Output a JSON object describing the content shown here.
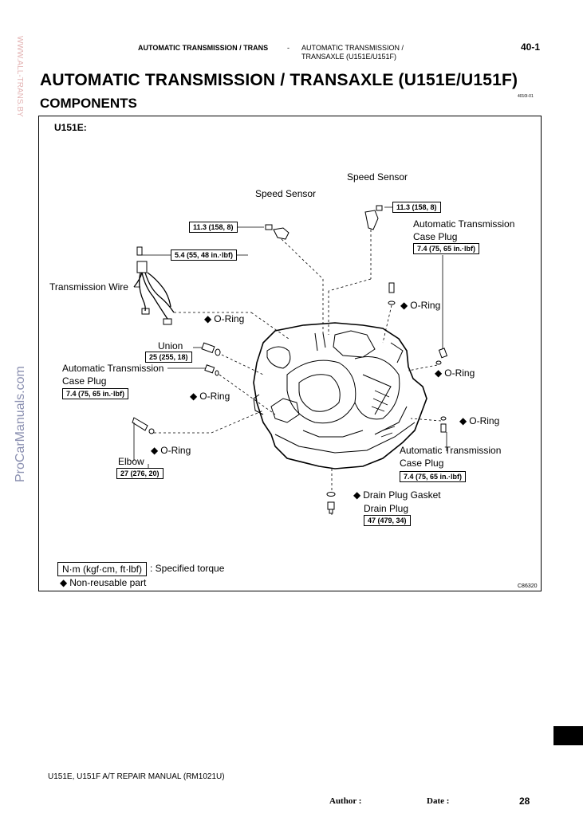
{
  "header": {
    "section": "AUTOMATIC TRANSMISSION / TRANS",
    "dash": "-",
    "sub_line1": "AUTOMATIC TRANSMISSION /",
    "sub_line2": "TRANSAXLE (U151E/U151F)",
    "page_number": "40-1"
  },
  "title": "AUTOMATIC TRANSMISSION / TRANSAXLE (U151E/U151F)",
  "subtitle": "COMPONENTS",
  "ref_code": "4010I-01",
  "model": "U151E:",
  "labels": {
    "speed_sensor_1": "Speed Sensor",
    "speed_sensor_2": "Speed Sensor",
    "at_case_plug_top_1": "Automatic Transmission",
    "at_case_plug_top_2": "Case Plug",
    "transmission_wire": "Transmission Wire",
    "o_ring_top_right": "O-Ring",
    "o_ring_mid_left": "O-Ring",
    "union": "Union",
    "at_case_plug_left_1": "Automatic Transmission",
    "at_case_plug_left_2": "Case Plug",
    "o_ring_right_mid": "O-Ring",
    "o_ring_left_low": "O-Ring",
    "o_ring_right_low": "O-Ring",
    "o_ring_elbow": "O-Ring",
    "elbow": "Elbow",
    "at_case_plug_bottom_1": "Automatic Transmission",
    "at_case_plug_bottom_2": "Case Plug",
    "drain_plug_gasket": "Drain Plug Gasket",
    "drain_plug": "Drain Plug"
  },
  "torques": {
    "speed_sensor_left": "11.3 (158, 8)",
    "speed_sensor_right": "11.3 (158, 8)",
    "wire_bolt": "5.4 (55, 48 in.·lbf)",
    "case_plug_top": "7.4 (75, 65 in.·lbf)",
    "union": "25 (255, 18)",
    "case_plug_left": "7.4 (75, 65 in.·lbf)",
    "elbow": "27 (276, 20)",
    "case_plug_bottom": "7.4 (75, 65 in.·lbf)",
    "drain_plug": "47 (479, 34)"
  },
  "legend": {
    "torque_unit": "N·m (kgf·cm, ft·lbf)",
    "torque_text": ": Specified torque",
    "non_reusable": "Non-reusable part"
  },
  "image_code": "C86320",
  "watermark_vertical": "ProCarManuals.com",
  "watermark_site": "WWW.ALL-TRANS.BY",
  "footer": {
    "manual": "U151E, U151F A/T REPAIR MANUAL   (RM1021U)",
    "author": "Author :",
    "date": "Date :",
    "page": "28"
  }
}
